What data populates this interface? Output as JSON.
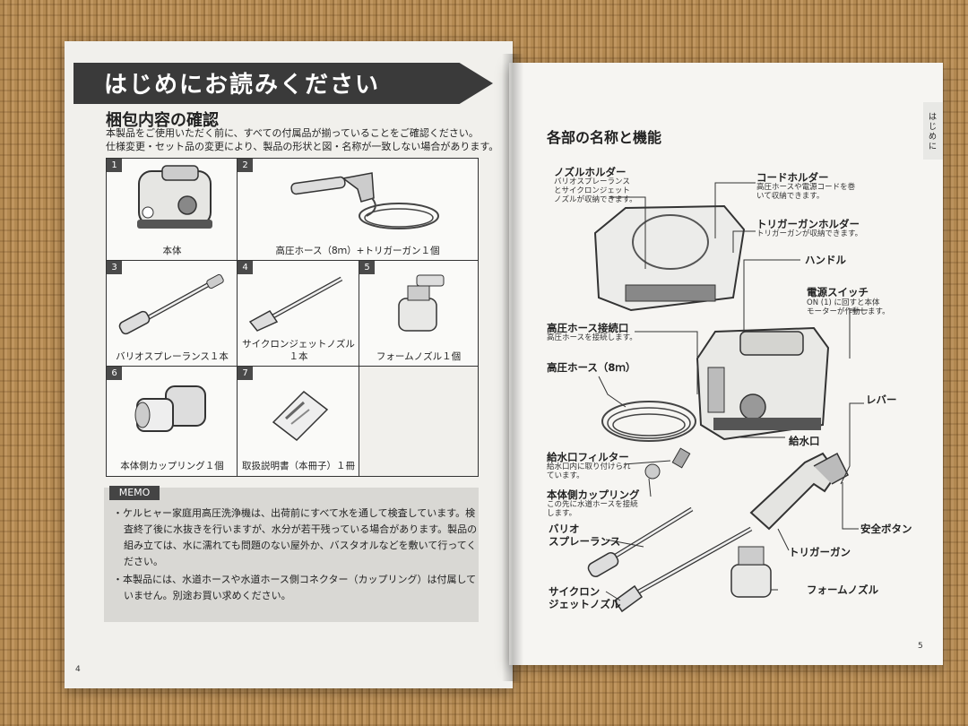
{
  "left_page": {
    "banner_title": "はじめにお読みください",
    "section_title": "梱包内容の確認",
    "intro": [
      "本製品をご使用いただく前に、すべての付属品が揃っていることをご確認ください。",
      "仕様変更・セット品の変更により、製品の形状と図・名称が一致しない場合があります。"
    ],
    "items": [
      {
        "num": "1",
        "caption": "本体"
      },
      {
        "num": "2",
        "caption": "高圧ホース（8ｍ）+トリガーガン１個"
      },
      {
        "num": "3",
        "caption": "バリオスプレーランス１本"
      },
      {
        "num": "4",
        "caption": "サイクロンジェットノズル"
      },
      {
        "num": "5",
        "caption": "フォームノズル１個"
      },
      {
        "num": "6",
        "caption": "本体側カップリング１個"
      },
      {
        "num": "7",
        "caption": "取扱説明書（本冊子）１冊"
      }
    ],
    "item4_caption2": "１本",
    "memo_tag": "MEMO",
    "memo_lines": [
      "・ケルヒャー家庭用高圧洗浄機は、出荷前にすべて水を通して検査しています。検",
      "査終了後に水抜きを行いますが、水分が若干残っている場合があります。製品の",
      "組み立ては、水に濡れても問題のない屋外か、バスタオルなどを敷いて行ってく",
      "ださい。",
      "・本製品には、水道ホースや水道ホース側コネクター（カップリング）は付属して",
      "いません。別途お買い求めください。"
    ],
    "page_number": "4"
  },
  "right_page": {
    "section_title": "各部の名称と機能",
    "side_tab": "はじめに",
    "page_number": "5",
    "labels": {
      "nozzle_holder": "ノズルホルダー",
      "nozzle_holder_desc": [
        "バリオスプレーランス",
        "とサイクロンジェット",
        "ノズルが収納できます。"
      ],
      "cord_holder": "コードホルダー",
      "cord_holder_desc": [
        "高圧ホースや電源コードを巻",
        "いて収納できます。"
      ],
      "trigger_holder": "トリガーガンホルダー",
      "trigger_holder_desc": "トリガーガンが収納できます。",
      "handle": "ハンドル",
      "power_switch": "電源スイッチ",
      "power_switch_desc": [
        "ON (1) に回すと本体",
        "モーターが作動します。"
      ],
      "hose_port": "高圧ホース接続口",
      "hose_port_desc": "高圧ホースを接続します。",
      "hose": "高圧ホース（8ｍ）",
      "lever": "レバー",
      "water_inlet": "給水口",
      "inlet_filter": "給水口フィルター",
      "inlet_filter_desc": [
        "給水口内に取り付けられ",
        "ています。"
      ],
      "coupling": "本体側カップリング",
      "coupling_desc": [
        "この先に水道ホースを接続",
        "します。"
      ],
      "safety_button": "安全ボタン",
      "vario_lance": [
        "バリオ",
        "スプレーランス"
      ],
      "trigger_gun": "トリガーガン",
      "cyclone_nozzle": [
        "サイクロン",
        "ジェットノズル"
      ],
      "foam_nozzle": "フォームノズル"
    }
  }
}
